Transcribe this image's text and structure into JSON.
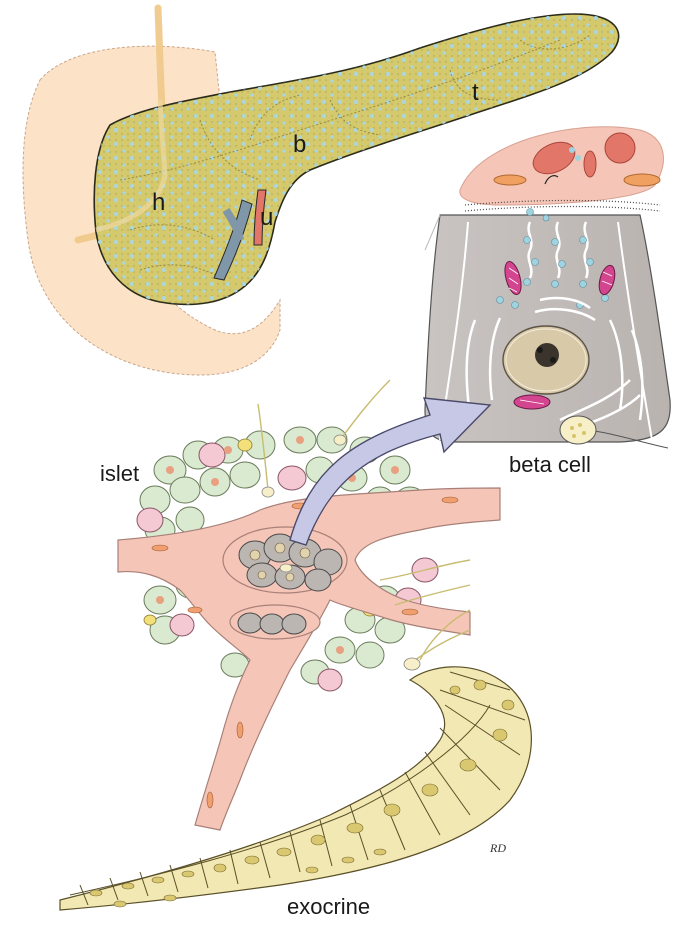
{
  "figure": {
    "labels": {
      "tail": "t",
      "body": "b",
      "head": "h",
      "uncinate": "u",
      "islet": "islet",
      "beta_cell": "beta cell",
      "exocrine": "exocrine"
    },
    "signature": "RD"
  },
  "colors": {
    "pancreas_fill": "#d4c96c",
    "pancreas_outline": "#2a2a1a",
    "duodenum": "#fce3c8",
    "vessel_pink": "#f5c6b8",
    "islet_green": "#d9ead0",
    "islet_pink": "#f4c9d3",
    "beta_gray": "#c9c4c1",
    "exocrine_yellow": "#f2e8b3",
    "granule_blue": "#9fd3e0",
    "mito_magenta": "#d4458f",
    "arrow_lavender": "#c6c8e6"
  }
}
